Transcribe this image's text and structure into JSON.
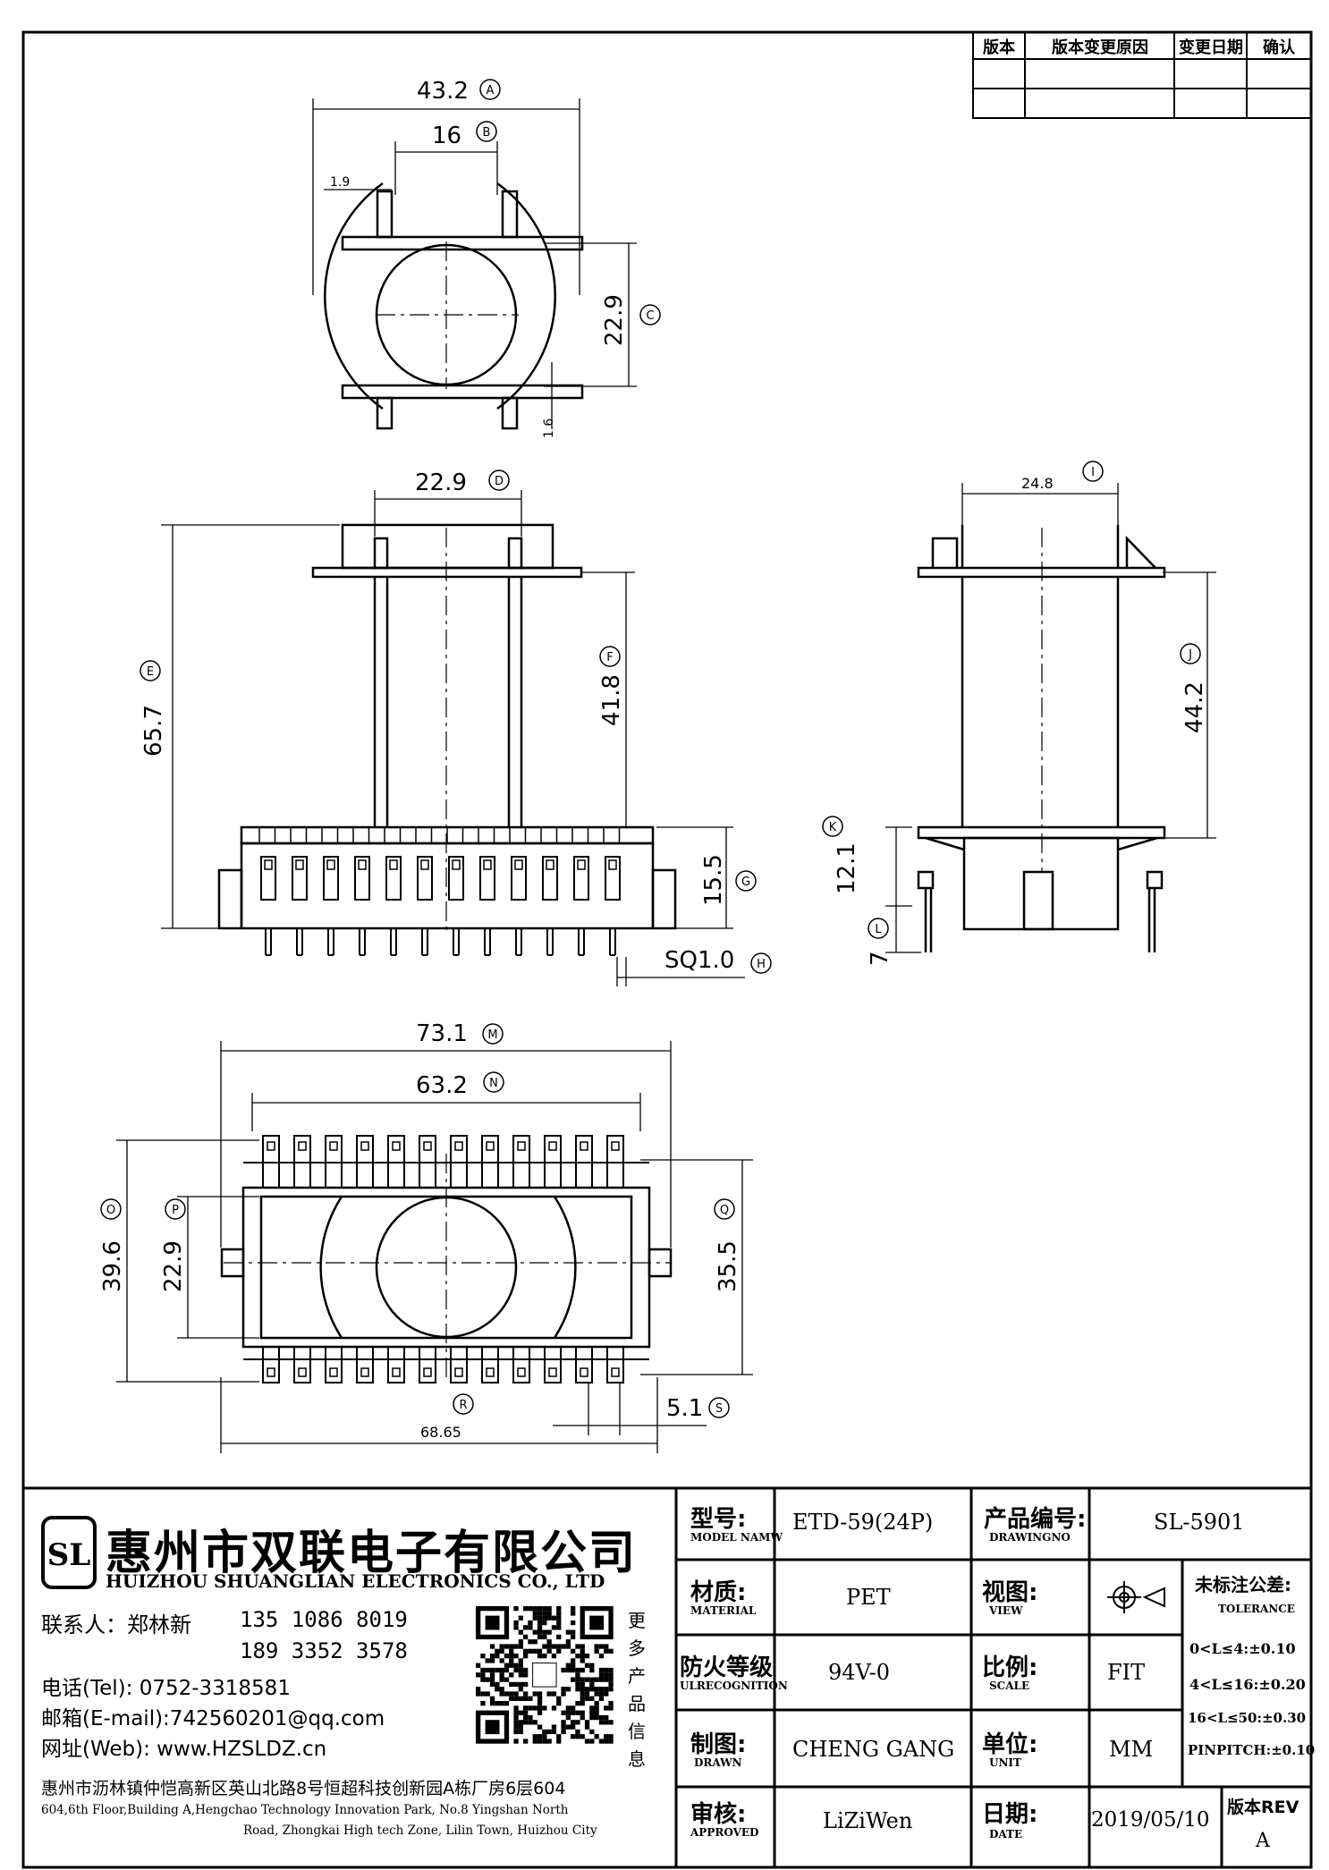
{
  "revision_table": {
    "headers": [
      "版本",
      "版本变更原因",
      "变更日期",
      "确认"
    ]
  },
  "dimensions": {
    "A": {
      "value": "43.2",
      "tag": "A"
    },
    "B": {
      "value": "16",
      "tag": "B"
    },
    "b_small": "1.9",
    "C": {
      "value": "22.9",
      "tag": "C"
    },
    "c_small": "1.6",
    "D": {
      "value": "22.9",
      "tag": "D"
    },
    "E": {
      "value": "65.7",
      "tag": "E"
    },
    "F": {
      "value": "41.8",
      "tag": "F"
    },
    "G": {
      "value": "15.5",
      "tag": "G"
    },
    "H": {
      "value": "SQ1.0",
      "tag": "H"
    },
    "I": {
      "value": "24.8",
      "tag": "I"
    },
    "J": {
      "value": "44.2",
      "tag": "J"
    },
    "K": {
      "value": "12.1",
      "tag": "K"
    },
    "L": {
      "value": "7",
      "tag": "L"
    },
    "M": {
      "value": "73.1",
      "tag": "M"
    },
    "N": {
      "value": "63.2",
      "tag": "N"
    },
    "O": {
      "value": "39.6",
      "tag": "O"
    },
    "P": {
      "value": "22.9",
      "tag": "P"
    },
    "Q": {
      "value": "35.5",
      "tag": "Q"
    },
    "R": {
      "value": "68.65",
      "tag": "R"
    },
    "S": {
      "value": "5.1",
      "tag": "S"
    }
  },
  "company": {
    "name_cn": "惠州市双联电子有限公司",
    "name_en": "HUIZHOU SHUANGLIAN ELECTRONICS CO., LTD",
    "logo_text": "SL",
    "contact_label": "联系人：郑林新",
    "phone1": "135 1086 8019",
    "phone2": "189 3352 3578",
    "tel": "电话(Tel): 0752-3318581",
    "email": "邮箱(E-mail):742560201@qq.com",
    "web": "网址(Web): www.HZSLDZ.cn",
    "qr_caption": [
      "更",
      "多",
      "产",
      "品",
      "信",
      "息"
    ],
    "address_cn": "惠州市沥林镇仲恺高新区英山北路8号恒超科技创新园A栋厂房6层604",
    "address_en_1": "604,6th Floor,Building A,Hengchao Technology Innovation Park, No.8 Yingshan North",
    "address_en_2": "Road, Zhongkai High tech Zone, Lilin Town, Huizhou City"
  },
  "title_block": {
    "model_label_cn": "型号:",
    "model_label_en": "MODEL NAMW",
    "model_value": "ETD-59(24P)",
    "drawingno_label_cn": "产品编号:",
    "drawingno_label_en": "DRAWINGNO",
    "drawingno_value": "SL-5901",
    "material_label_cn": "材质:",
    "material_label_en": "MATERIAL",
    "material_value": "PET",
    "view_label_cn": "视图:",
    "view_label_en": "VIEW",
    "tolerance_label_cn": "未标注公差:",
    "tolerance_label_en": "TOLERANCE",
    "tolerance_rows": [
      "0<L≤4:±0.10",
      "4<L≤16:±0.20",
      "16<L≤50:±0.30",
      "PINPITCH:±0.10"
    ],
    "fire_label_cn": "防火等级",
    "fire_label_en": "ULRECOGNITION",
    "fire_value": "94V-0",
    "scale_label_cn": "比例:",
    "scale_label_en": "SCALE",
    "scale_value": "FIT",
    "drawn_label_cn": "制图:",
    "drawn_label_en": "DRAWN",
    "drawn_value": "CHENG GANG",
    "unit_label_cn": "单位:",
    "unit_label_en": "UNIT",
    "unit_value": "MM",
    "approved_label_cn": "审核:",
    "approved_label_en": "APPROVED",
    "approved_value": "LiZiWen",
    "date_label_cn": "日期:",
    "date_label_en": "DATE",
    "date_value": "2019/05/10",
    "rev_label": "版本REV",
    "rev_value": "A"
  }
}
